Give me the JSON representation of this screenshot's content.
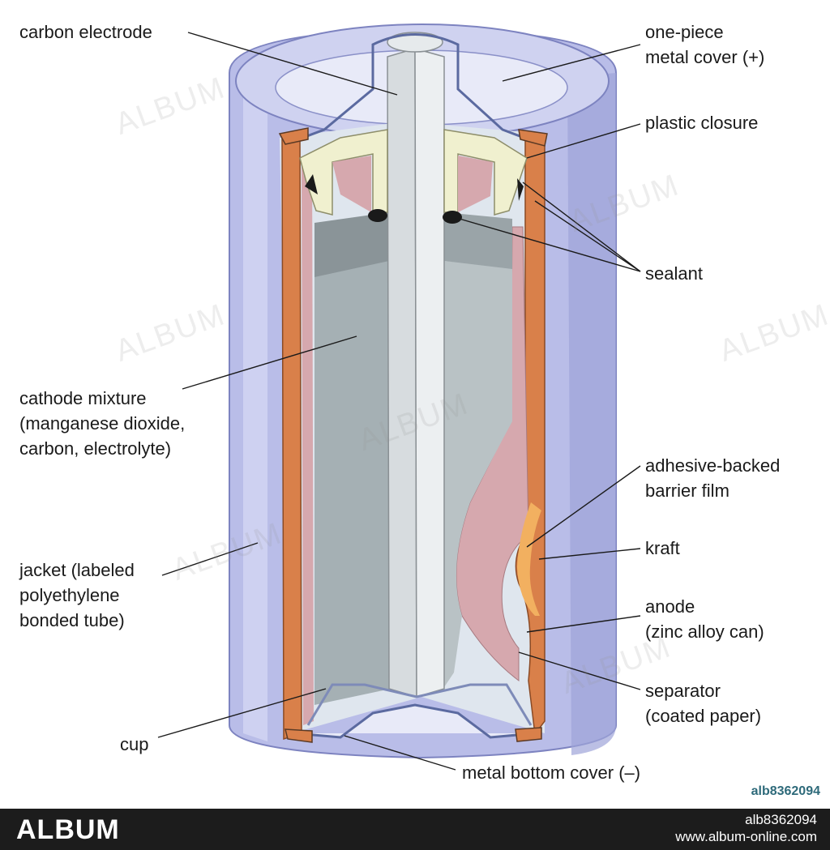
{
  "labels": {
    "carbon_electrode": [
      "carbon electrode"
    ],
    "metal_cover": [
      "one-piece",
      "metal cover (+)"
    ],
    "plastic_closure": [
      "plastic closure"
    ],
    "sealant": [
      "sealant"
    ],
    "cathode_mixture": [
      "cathode mixture",
      "(manganese dioxide,",
      "carbon, electrolyte)"
    ],
    "adhesive_film": [
      "adhesive-backed",
      "barrier film"
    ],
    "kraft": [
      "kraft"
    ],
    "anode": [
      "anode",
      "(zinc alloy can)"
    ],
    "jacket": [
      "jacket (labeled",
      "polyethylene",
      "bonded tube)"
    ],
    "separator": [
      "separator",
      "(coated paper)"
    ],
    "cup": [
      "cup"
    ],
    "bottom_cover": [
      "metal bottom cover (–)"
    ]
  },
  "watermark": "ALBUM",
  "image_id": "alb8362094",
  "footer": {
    "logo": "ALBUM",
    "id": "alb8362094",
    "url": "www.album-online.com"
  },
  "colors": {
    "jacket": "#b9bde8",
    "jacket_dark": "#9ea4d9",
    "zinc_can": "#d9804a",
    "cathode": "#a5b0b4",
    "carbon_rod": "#e6eaec",
    "plastic_closure": "#f0f0cf",
    "separator_pink": "#d6a8ae",
    "footer_bg": "#1c1c1c"
  }
}
